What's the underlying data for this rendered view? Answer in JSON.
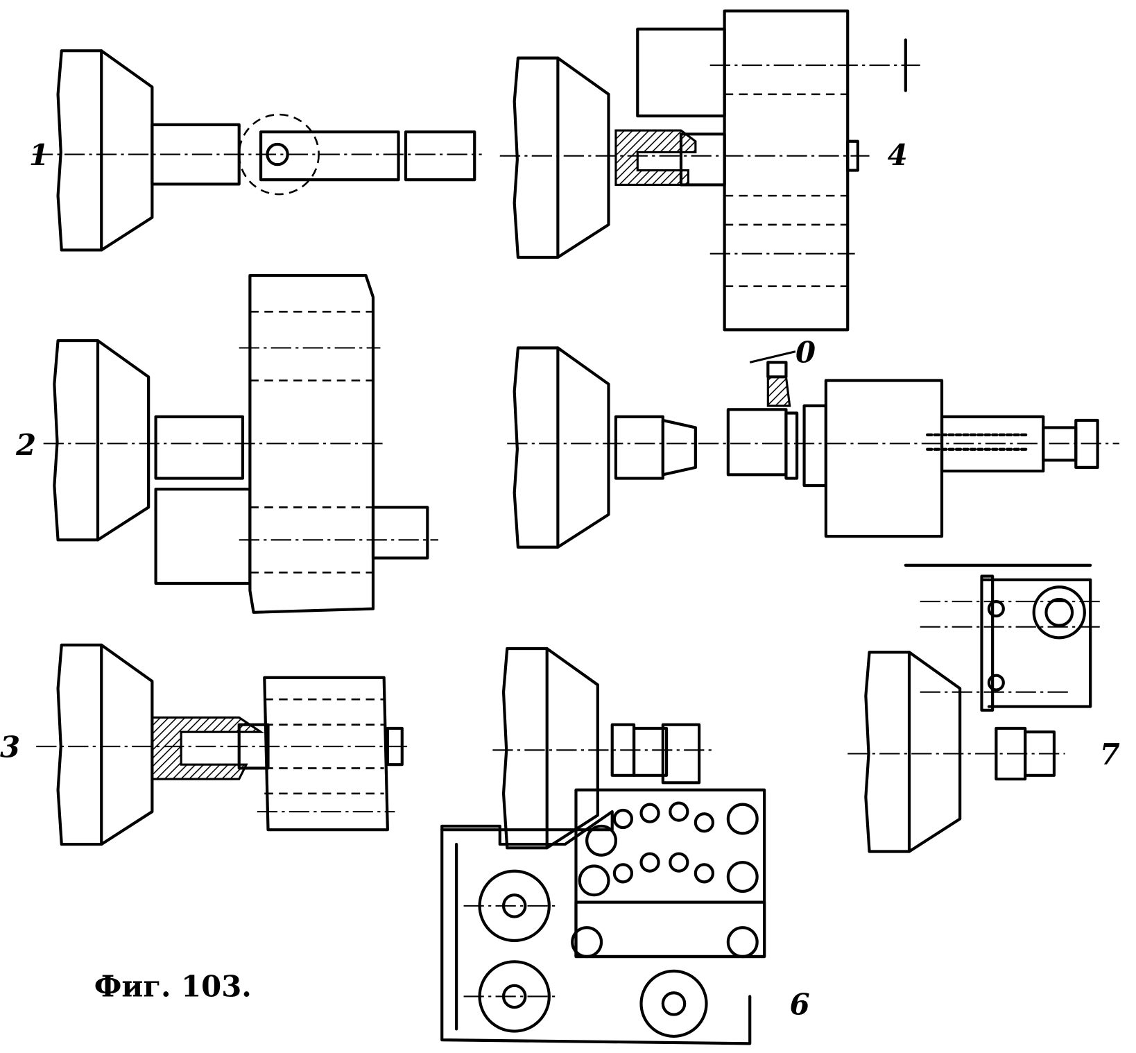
{
  "figure": {
    "caption": "Фиг. 103.",
    "labels": {
      "fig1": "1",
      "fig2": "2",
      "fig3": "3",
      "fig4": "4",
      "fig6": "6",
      "fig7": "7",
      "part_o": "0"
    },
    "ink_color": "#000000",
    "paper_color": "#ffffff"
  }
}
